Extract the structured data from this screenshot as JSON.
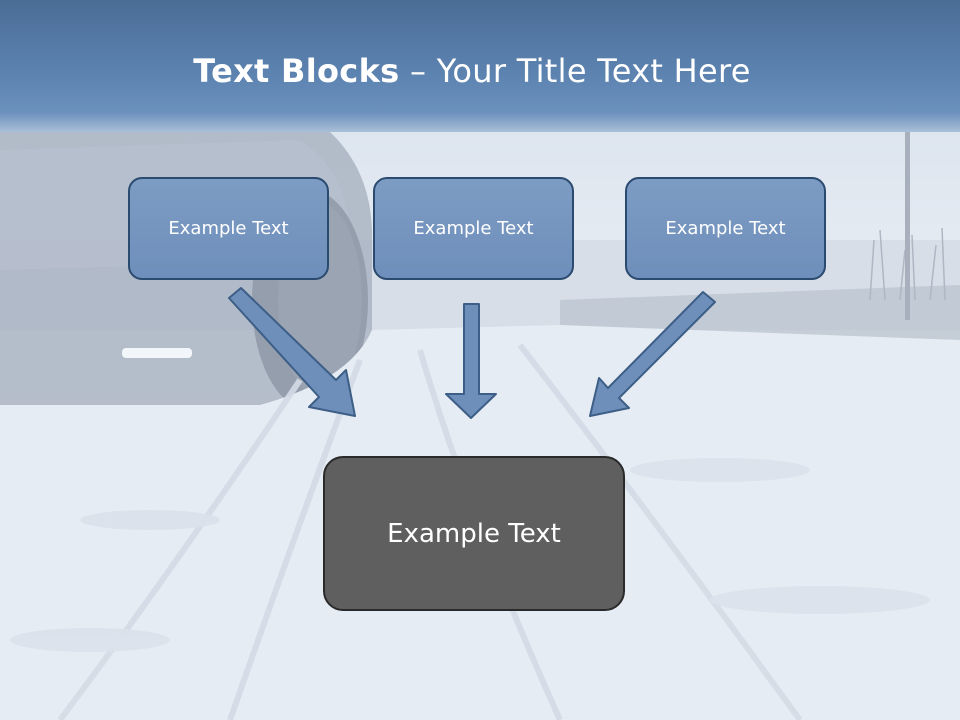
{
  "title": {
    "bold": "Text Blocks",
    "rest": " – Your Title Text Here"
  },
  "blocks": [
    "Example Text",
    "Example Text",
    "Example Text"
  ],
  "main_block": "Example Text",
  "colors": {
    "header": "#5c82b0",
    "block_fill": "#7596c0",
    "block_border": "#2b4a6f",
    "main_fill": "#5f5f5f",
    "arrow": "#6f8fbb"
  }
}
